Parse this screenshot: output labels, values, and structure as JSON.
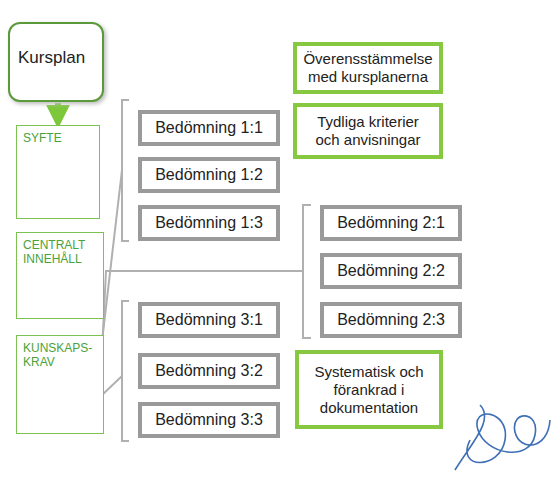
{
  "diagram": {
    "nodes": [
      {
        "text": [
          "Kursplan"
        ]
      },
      {
        "text": [
          "Överensstämmelse med kursplanerna"
        ]
      },
      {
        "text": [
          "SYFTE"
        ]
      },
      {
        "text": [
          "Bedömning 1:1"
        ]
      },
      {
        "text": [
          "Tydliga kriterier och anvisningar"
        ]
      },
      {
        "text": [
          "Bedömning 1:2"
        ]
      },
      {
        "text": [
          "CENTRALT INNEHÅLL"
        ]
      },
      {
        "text": [
          "Bedömning 1:3"
        ]
      },
      {
        "text": [
          "Bedömning 2:1"
        ]
      },
      {
        "text": [
          "Bedömning 2:2"
        ]
      },
      {
        "text": [
          "Bedömning 3:1"
        ]
      },
      {
        "text": [
          "Bedömning 2:3"
        ]
      },
      {
        "text": [
          "KUNSKAPS- KRAV"
        ]
      },
      {
        "text": [
          "Bedömning 3:2"
        ]
      },
      {
        "text": [
          "Systematisk och förankrad i dokumentation"
        ]
      },
      {
        "text": [
          "Bedömning 3:3"
        ]
      }
    ],
    "edges": [
      {
        "from": 0,
        "to": 2,
        "arrow": "to"
      }
    ]
  }
}
